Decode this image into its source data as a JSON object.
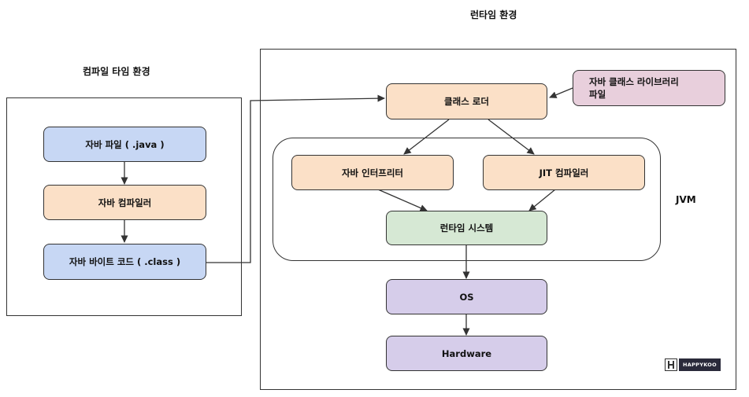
{
  "runtime_title": "런타임 환경",
  "compile_title": "컴파일 타임 환경",
  "jvm_label": "JVM",
  "compile": {
    "java_file": "자바 파일 ( .java )",
    "compiler": "자바 컴파일러",
    "bytecode": "자바 바이트 코드 ( .class )"
  },
  "runtime": {
    "class_loader": "클래스 로더",
    "library": "자바 클래스 라이브러리\n파일",
    "interpreter": "자바 인터프리터",
    "jit": "JIT 컴파일러",
    "runtime_system": "런타임 시스템",
    "os": "OS",
    "hardware": "Hardware"
  },
  "logo_text": "HAPPYKOO",
  "colors": {
    "blue": "#c7d7f4",
    "peach": "#fbe0c7",
    "green": "#d6e8d4",
    "purple": "#d6cdea",
    "pink": "#e8cfdc"
  }
}
